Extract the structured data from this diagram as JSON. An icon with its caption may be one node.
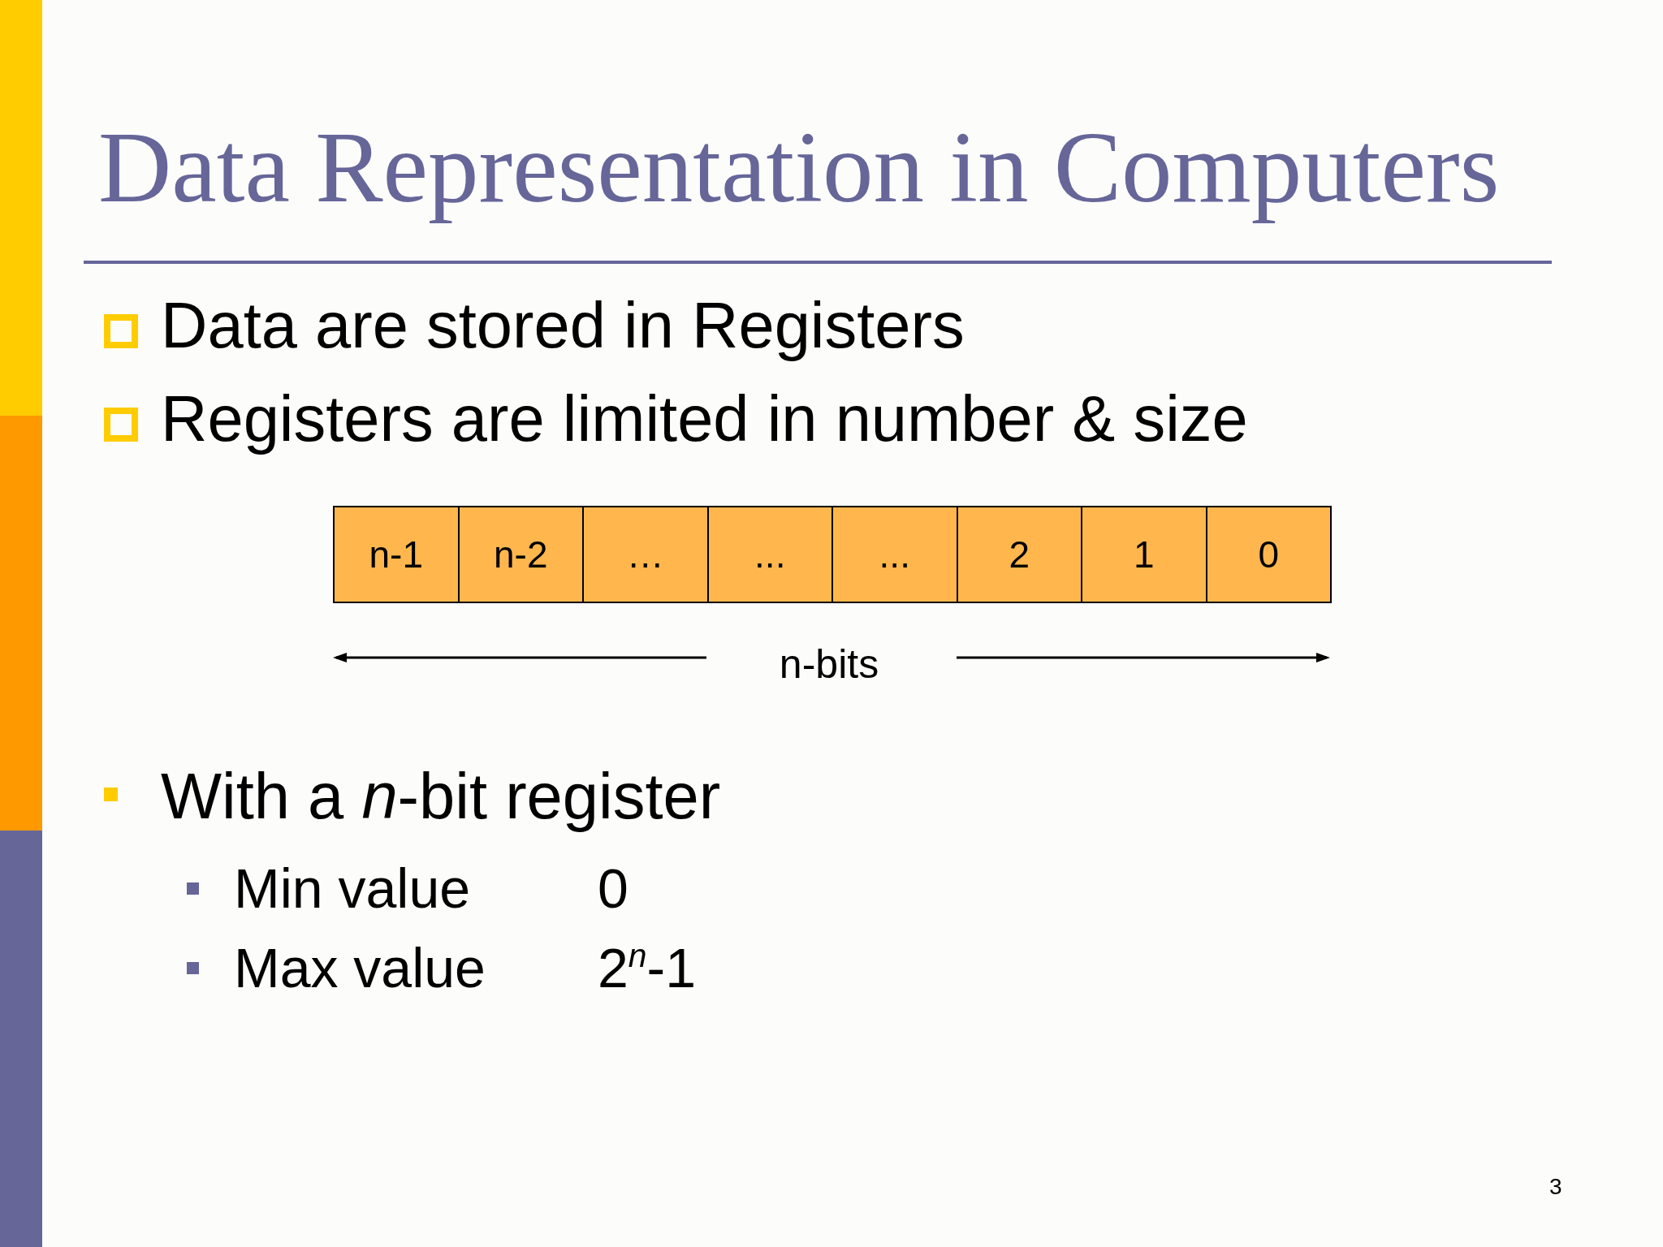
{
  "diagram": {
    "title": "Data Representation in Computers",
    "nodes": [
      {
        "text": [
          "n-1"
        ]
      },
      {
        "text": [
          "n-2"
        ]
      },
      {
        "text": [
          "…"
        ]
      },
      {
        "text": [
          "..."
        ]
      },
      {
        "text": [
          "..."
        ]
      },
      {
        "text": [
          "2"
        ]
      },
      {
        "text": [
          "1"
        ]
      },
      {
        "text": [
          "0"
        ]
      }
    ],
    "labels": [
      "Data are stored in Registers",
      "Registers are limited in number & size",
      "n-bits",
      "With a *n*-bit register",
      "Min value",
      "0",
      "Max value",
      "2$^{n}$-1",
      "3"
    ]
  }
}
